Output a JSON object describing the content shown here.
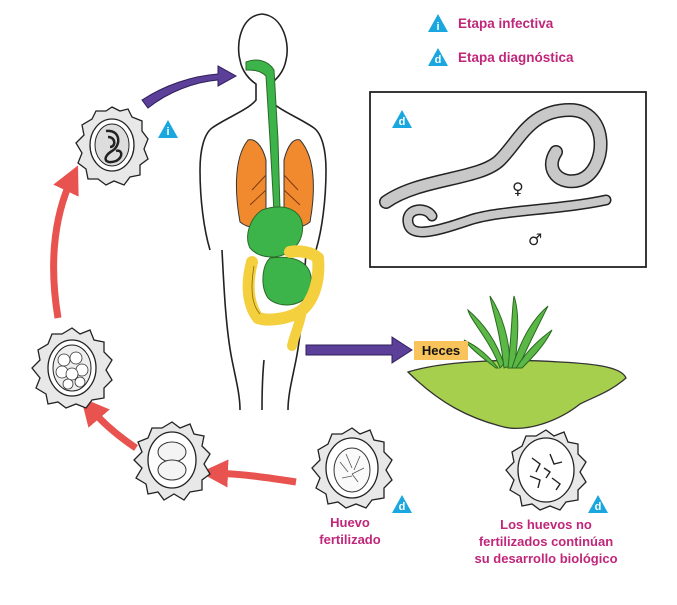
{
  "legend": {
    "infective": {
      "letter": "i",
      "label": "Etapa infectiva"
    },
    "diagnostic": {
      "letter": "d",
      "label": "Etapa diagnóstica"
    }
  },
  "labels": {
    "heces": "Heces",
    "fertilized_egg": [
      "Huevo",
      "fertilizado"
    ],
    "unfertilized_egg": [
      "Los huevos no",
      "fertilizados continúan",
      "su desarrollo biológico"
    ]
  },
  "symbols": {
    "female": "♀",
    "male": "♂"
  },
  "colors": {
    "accent_text": "#c0267a",
    "triangle": "#1aa7df",
    "arrow_purple": "#5b3f98",
    "arrow_red": "#e8534f",
    "lungs": "#f18a2f",
    "digestive": "#3db449",
    "intestine": "#f4d03f",
    "ground": "#a6cf4d",
    "grass": "#5bb847",
    "heces_bg": "#f7c35a"
  }
}
